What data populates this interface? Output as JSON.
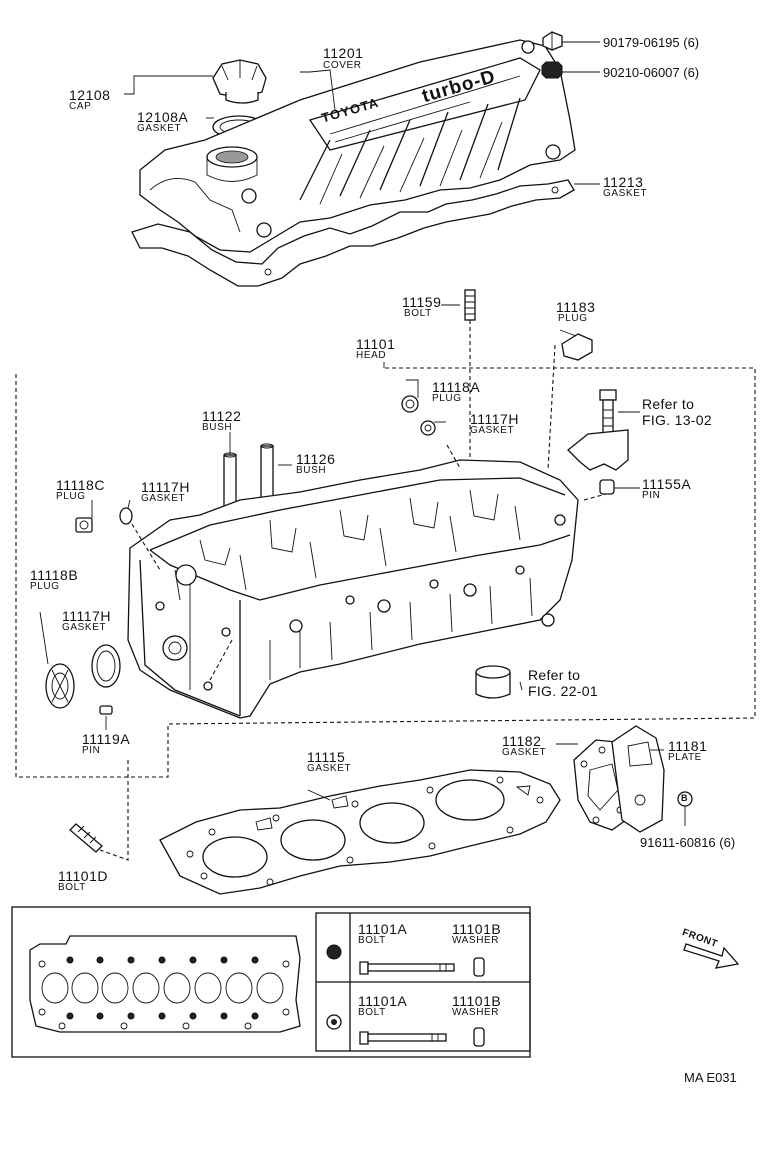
{
  "parts": {
    "cap": {
      "num": "12108",
      "name": "CAP"
    },
    "cap_gasket": {
      "num": "12108A",
      "name": "GASKET"
    },
    "cover": {
      "num": "11201",
      "name": "COVER",
      "emblem_left": "TOYOTA",
      "emblem_right": "turbo-D"
    },
    "cover_nut": {
      "num": "90179-06195 (6)"
    },
    "cover_washer": {
      "num": "90210-06007 (6)"
    },
    "cover_gasket": {
      "num": "11213",
      "name": "GASKET"
    },
    "stud_bolt_top": {
      "num": "11159",
      "name": "BOLT"
    },
    "plug_11183": {
      "num": "11183",
      "name": "PLUG"
    },
    "head": {
      "num": "11101",
      "name": "HEAD"
    },
    "plug_11118a": {
      "num": "11118A",
      "name": "PLUG"
    },
    "gasket_11117h_top": {
      "num": "11117H",
      "name": "GASKET"
    },
    "bush_11122": {
      "num": "11122",
      "name": "BUSH"
    },
    "bush_11126": {
      "num": "11126",
      "name": "BUSH"
    },
    "plug_11118c": {
      "num": "11118C",
      "name": "PLUG"
    },
    "gasket_11117h_left": {
      "num": "11117H",
      "name": "GASKET"
    },
    "pin_11155a": {
      "num": "11155A",
      "name": "PIN"
    },
    "plug_11118b": {
      "num": "11118B",
      "name": "PLUG"
    },
    "gasket_11117h_low": {
      "num": "11117H",
      "name": "GASKET"
    },
    "pin_11119a": {
      "num": "11119A",
      "name": "PIN"
    },
    "head_gasket": {
      "num": "11115",
      "name": "GASKET"
    },
    "plate_gasket": {
      "num": "11182",
      "name": "GASKET"
    },
    "plate": {
      "num": "11181",
      "name": "PLATE"
    },
    "plate_bolt": {
      "num": "91611-60816 (6)",
      "mark": "B"
    },
    "stud_bolt_low": {
      "num": "11101D",
      "name": "BOLT"
    }
  },
  "references": {
    "fig_13": {
      "line1": "Refer to",
      "line2": "FIG. 13-02"
    },
    "fig_22": {
      "line1": "Refer to",
      "line2": "FIG. 22-01"
    }
  },
  "bolt_table": {
    "row1": {
      "bolt_num": "11101A",
      "bolt_name": "BOLT",
      "washer_num": "11101B",
      "washer_name": "WASHER"
    },
    "row2": {
      "bolt_num": "11101A",
      "bolt_name": "BOLT",
      "washer_num": "11101B",
      "washer_name": "WASHER"
    }
  },
  "front_label": "FRONT",
  "figure_code": "MA E031"
}
